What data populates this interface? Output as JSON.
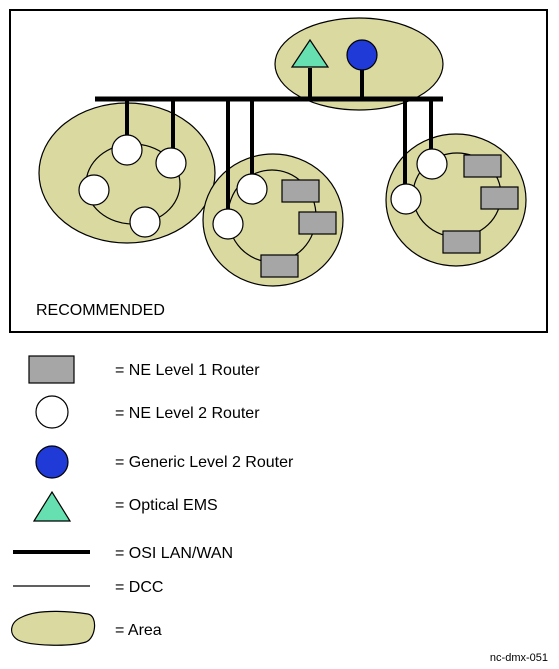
{
  "diagram": {
    "caption": "RECOMMENDED",
    "colors": {
      "area_fill": "#d9d9a0",
      "ne_level1": "#a6a6a6",
      "ne_level2": "#ffffff",
      "generic_level2": "#1f3ad6",
      "optical_ems": "#66e0b0",
      "line": "#000000"
    }
  },
  "legend": {
    "items": [
      {
        "symbol": "ne-level1-router",
        "label": "= NE Level 1 Router"
      },
      {
        "symbol": "ne-level2-router",
        "label": "= NE Level 2 Router"
      },
      {
        "symbol": "generic-level2-router",
        "label": "= Generic Level 2 Router"
      },
      {
        "symbol": "optical-ems",
        "label": "= Optical EMS"
      },
      {
        "symbol": "osi-lan-wan",
        "label": "= OSI LAN/WAN"
      },
      {
        "symbol": "dcc",
        "label": "= DCC"
      },
      {
        "symbol": "area",
        "label": "= Area"
      }
    ]
  },
  "figure_id": "nc-dmx-051"
}
